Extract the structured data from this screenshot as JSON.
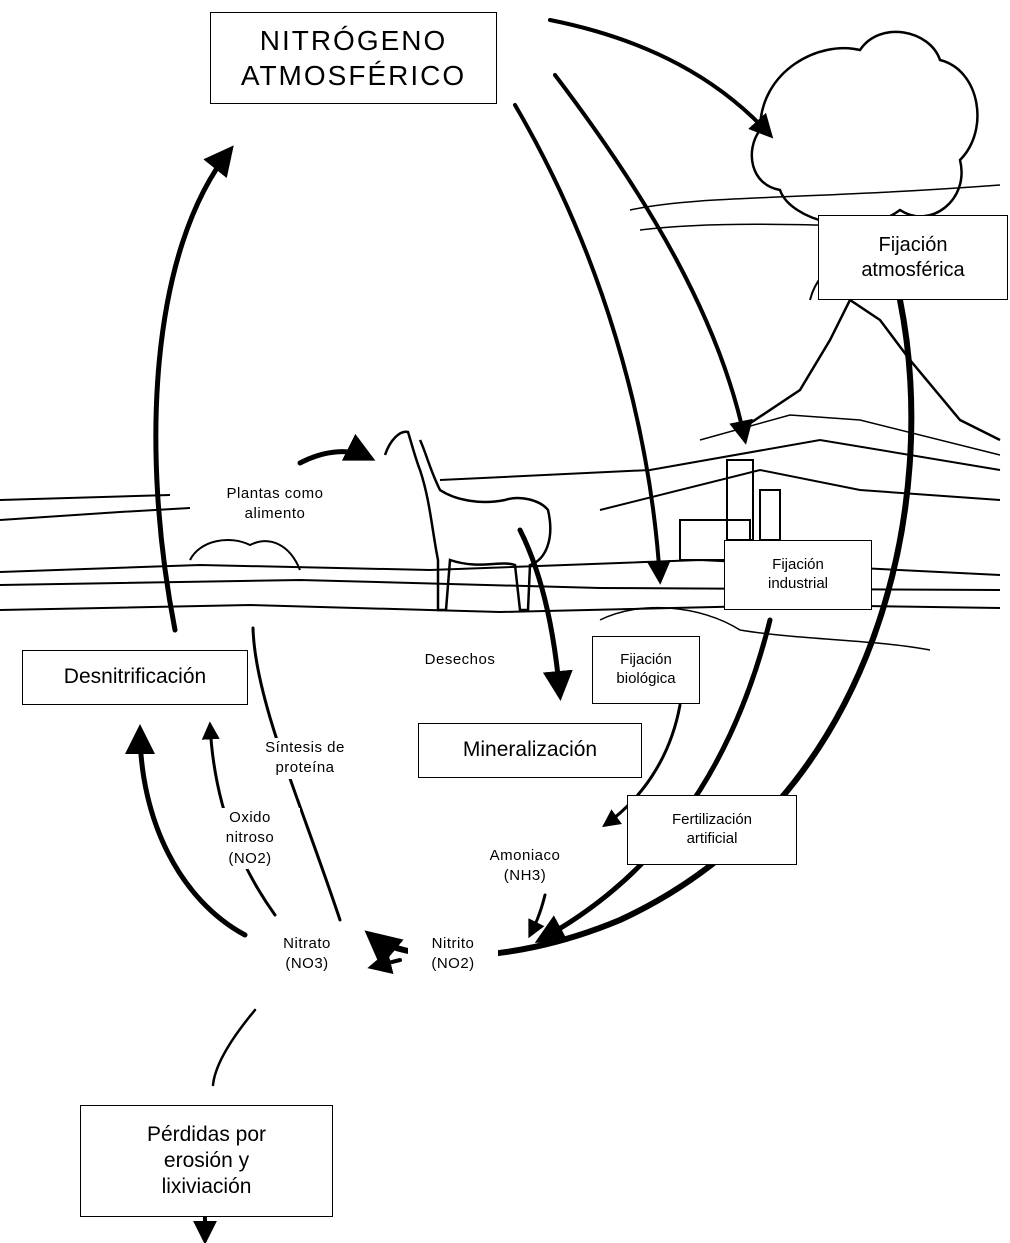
{
  "boxes": {
    "atmospheric_nitrogen": {
      "line1": "NITRÓGENO",
      "line2": "ATMOSFÉRICO"
    },
    "atmospheric_fixation": {
      "line1": "Fijación",
      "line2": "atmosférica"
    },
    "industrial_fixation": {
      "line1": "Fijación",
      "line2": "industrial"
    },
    "biological_fixation": {
      "line1": "Fijación",
      "line2": "biológica"
    },
    "denitrification": {
      "text": "Desnitrificación"
    },
    "mineralization": {
      "text": "Mineralización"
    },
    "artificial_fertilization": {
      "line1": "Fertilización",
      "line2": "artificial"
    },
    "losses": {
      "line1": "Pérdidas por",
      "line2": "erosión y",
      "line3": "lixiviación"
    }
  },
  "labels": {
    "plants_food": {
      "line1": "Plantas como",
      "line2": "alimento"
    },
    "waste": {
      "text": "Desechos"
    },
    "protein_synthesis": {
      "line1": "Síntesis de",
      "line2": "proteína"
    },
    "nitrous_oxide": {
      "line1": "Oxido",
      "line2": "nitroso",
      "line3": "(NO2)"
    },
    "ammonia": {
      "line1": "Amoniaco",
      "line2": "(NH3)"
    },
    "nitrite": {
      "line1": "Nitrito",
      "line2": "(NO2)"
    },
    "nitrate": {
      "line1": "Nitrato",
      "line2": "(NO3)"
    }
  }
}
